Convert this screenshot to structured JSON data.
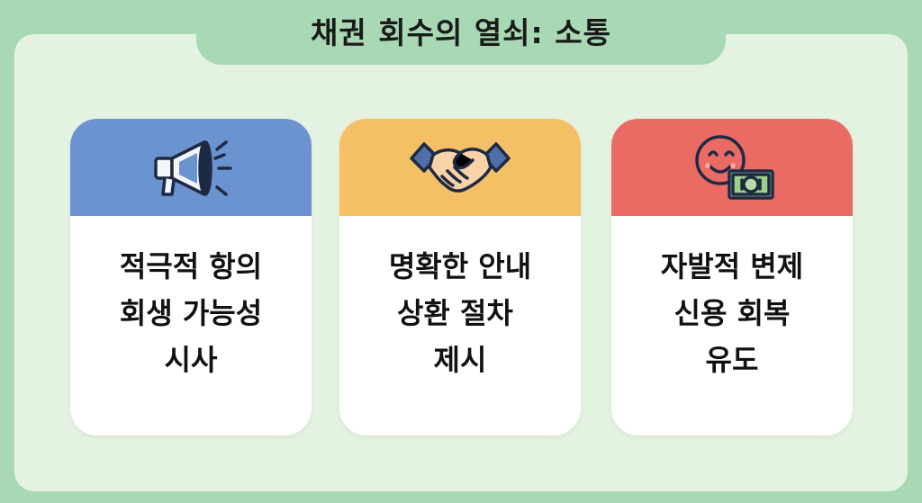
{
  "title": "채권 회수의 열쇠: 소통",
  "colors": {
    "background": "#a8d8b4",
    "panel": "#e4f3e1",
    "card1_header": "#6a93cf",
    "card2_header": "#f5bf66",
    "card3_header": "#ea6b64"
  },
  "cards": [
    {
      "icon": "megaphone-icon",
      "lines": [
        "적극적 항의",
        "회생 가능성",
        "시사"
      ]
    },
    {
      "icon": "handshake-icon",
      "lines": [
        "명확한 안내",
        "상환 절차 ",
        "제시"
      ]
    },
    {
      "icon": "smiley-money-icon",
      "lines": [
        "자발적 변제",
        "신용 회복",
        "유도"
      ]
    }
  ]
}
